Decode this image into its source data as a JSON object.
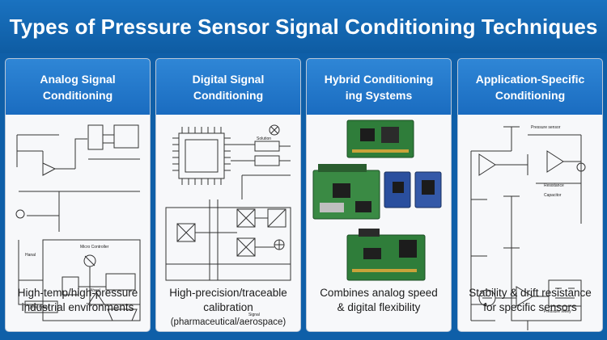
{
  "title": "Types of Pressure Sensor Signal Conditioning Techniques",
  "panels": [
    {
      "heading_line1": "Analog Signal",
      "heading_line2": "Conditioning",
      "caption_line1": "High-temp/high-pressure",
      "caption_line2": "industrial environments",
      "diagram_labels": [
        "Micro Controller",
        "Hanal",
        "Drive Brake",
        "Aheal"
      ]
    },
    {
      "heading_line1": "Digital Signal",
      "heading_line2": "Conditioning",
      "caption_line1": "High-precision/traceable",
      "caption_line2": "calibration",
      "caption_line3": "(pharmaceutical/aerospace)",
      "diagram_labels": [
        "Solution",
        "Signal"
      ]
    },
    {
      "heading_line1": "Hybrid Conditioning",
      "heading_line2": "ing Systems",
      "caption_line1": "Combines analog speed",
      "caption_line2": "& digital flexibility"
    },
    {
      "heading_line1": "Application-Specific",
      "heading_line2": "Conditioning",
      "caption_line1": "Stability & drift resistance",
      "caption_line2": "for specific sensors",
      "diagram_labels": [
        "Pressure sensor",
        "Resistance",
        "Capacitor",
        "Pressure Wiley"
      ]
    }
  ],
  "colors": {
    "background": "#0f5fa8",
    "panel_header": "#1f72c4",
    "pcb_green": "#2f7d3a",
    "pcb_blue": "#2a4f9e"
  }
}
